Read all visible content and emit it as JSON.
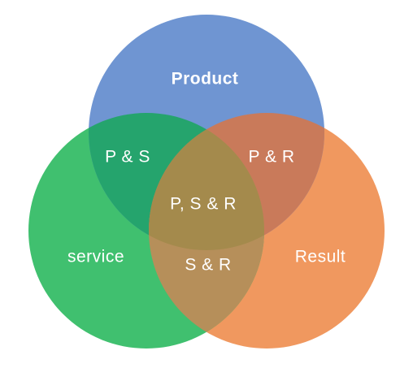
{
  "diagram": {
    "type": "venn",
    "sets": [
      {
        "id": "product",
        "label": "Product",
        "color": "#6f95d2"
      },
      {
        "id": "service",
        "label": "service",
        "color": "#40c06f"
      },
      {
        "id": "result",
        "label": "Result",
        "color": "#f0985f"
      }
    ],
    "overlap_colors": {
      "product_service": "#25a46d",
      "product_result": "#c97a5a",
      "service_result": "#b68f5a",
      "all": "#a48a4c"
    },
    "intersections": {
      "product_service": "P & S",
      "product_result": "P & R",
      "service_result": "S & R",
      "all": "P, S & R"
    },
    "background": "#ffffff"
  }
}
